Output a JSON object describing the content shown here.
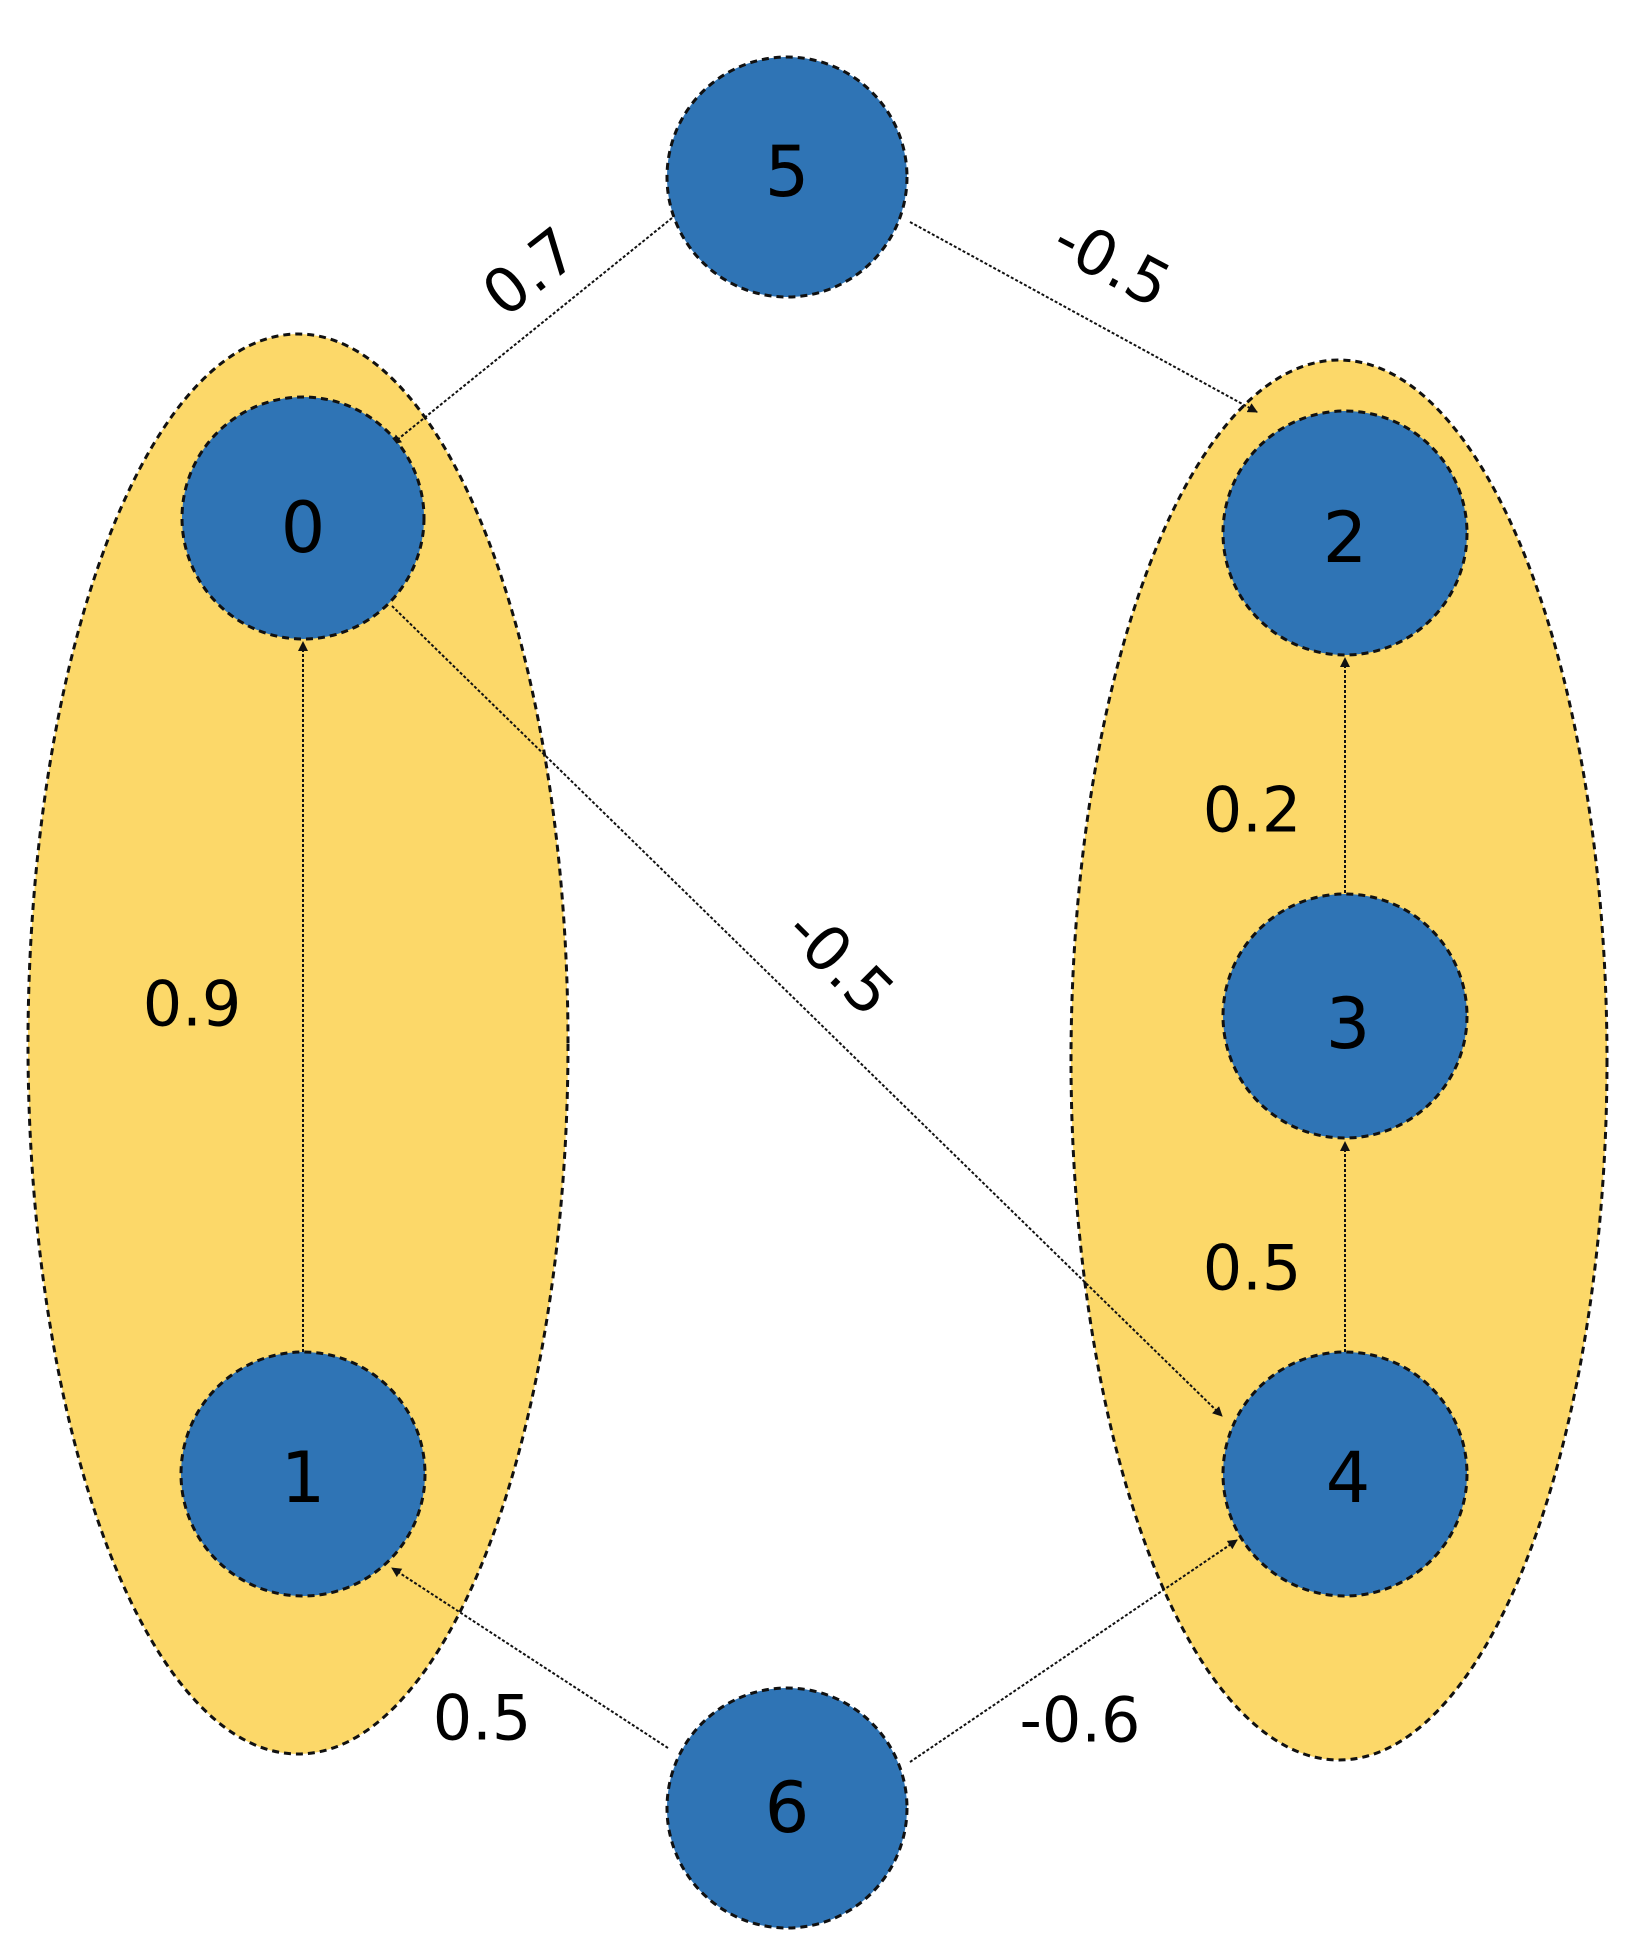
{
  "diagram": {
    "colors": {
      "node_fill": "#2F74B5",
      "group_fill": "#FCD869",
      "outline": "#111111",
      "text": "#000000"
    },
    "groups": [
      {
        "id": "left-group",
        "members": [
          "0",
          "1"
        ]
      },
      {
        "id": "right-group",
        "members": [
          "2",
          "3",
          "4"
        ]
      }
    ],
    "nodes": [
      {
        "id": "0",
        "label": "0"
      },
      {
        "id": "1",
        "label": "1"
      },
      {
        "id": "2",
        "label": "2"
      },
      {
        "id": "3",
        "label": "3"
      },
      {
        "id": "4",
        "label": "4"
      },
      {
        "id": "5",
        "label": "5"
      },
      {
        "id": "6",
        "label": "6"
      }
    ],
    "edges": [
      {
        "from": "5",
        "to": "0",
        "label": "0.7"
      },
      {
        "from": "5",
        "to": "2",
        "label": "-0.5"
      },
      {
        "from": "1",
        "to": "0",
        "label": "0.9"
      },
      {
        "from": "0",
        "to": "4",
        "label": "-0.5"
      },
      {
        "from": "3",
        "to": "2",
        "label": "0.2"
      },
      {
        "from": "4",
        "to": "3",
        "label": "0.5"
      },
      {
        "from": "6",
        "to": "1",
        "label": "0.5"
      },
      {
        "from": "6",
        "to": "4",
        "label": "-0.6"
      }
    ]
  }
}
